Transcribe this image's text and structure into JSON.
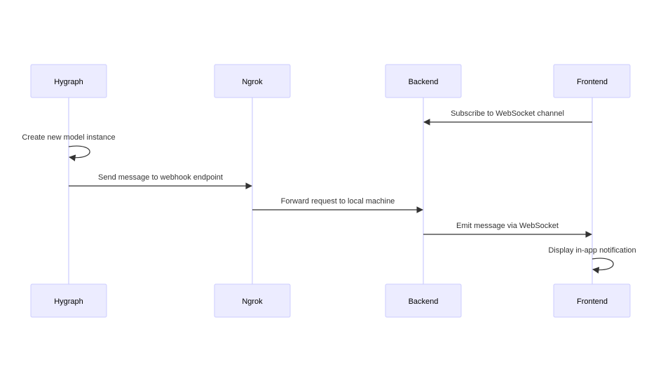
{
  "participants": [
    {
      "id": "hygraph",
      "label": "Hygraph"
    },
    {
      "id": "ngrok",
      "label": "Ngrok"
    },
    {
      "id": "backend",
      "label": "Backend"
    },
    {
      "id": "frontend",
      "label": "Frontend"
    }
  ],
  "messages": [
    {
      "from": "frontend",
      "to": "backend",
      "label": "Subscribe to WebSocket channel"
    },
    {
      "from": "hygraph",
      "to": "hygraph",
      "label": "Create new model instance"
    },
    {
      "from": "hygraph",
      "to": "ngrok",
      "label": "Send message to webhook endpoint"
    },
    {
      "from": "ngrok",
      "to": "backend",
      "label": "Forward request to local machine"
    },
    {
      "from": "backend",
      "to": "frontend",
      "label": "Emit message via WebSocket"
    },
    {
      "from": "frontend",
      "to": "frontend",
      "label": "Display in-app notification"
    }
  ],
  "colors": {
    "actor_fill": "#ececff",
    "actor_stroke": "#ccccff",
    "line": "#333333"
  }
}
